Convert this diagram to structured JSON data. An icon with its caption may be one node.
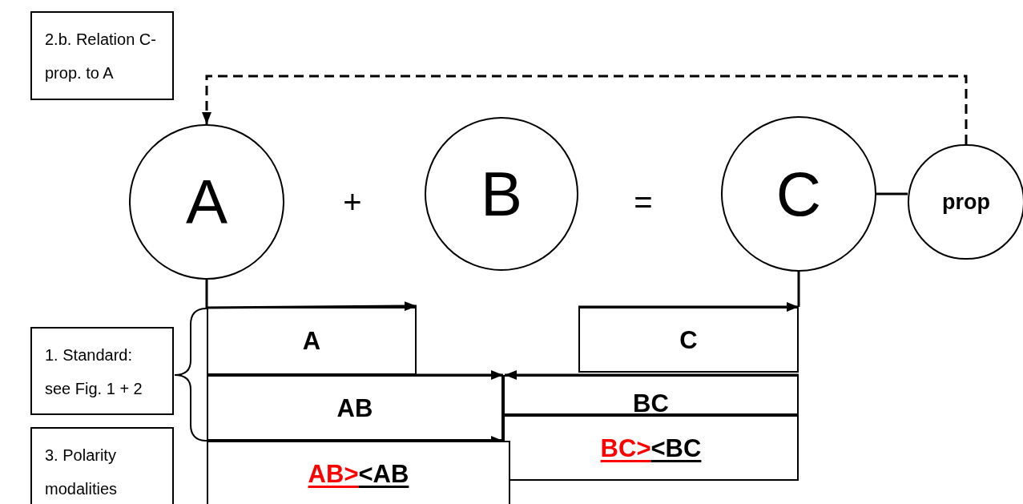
{
  "diagram": {
    "nodes": [
      {
        "text": [
          "2.b. Relation C-prop. to A"
        ]
      },
      {
        "text": [
          "A"
        ]
      },
      {
        "text": [
          "B"
        ]
      },
      {
        "text": [
          "C"
        ]
      },
      {
        "text": [
          "prop"
        ]
      },
      {
        "text": [
          "A"
        ]
      },
      {
        "text": [
          "C"
        ]
      },
      {
        "text": [
          "AB"
        ]
      },
      {
        "text": [
          "BC"
        ]
      },
      {
        "text": [
          "BC>",
          "<BC"
        ]
      },
      {
        "text": [
          "AB>",
          "<AB"
        ]
      },
      {
        "text": [
          "1. Standard: see Fig. 1 + 2"
        ]
      },
      {
        "text": [
          "3. Polarity modalities"
        ]
      }
    ],
    "edges": [
      {
        "from": 4,
        "to": 1,
        "arrow": "to",
        "style": "dashed"
      },
      {
        "from": 3,
        "to": 4,
        "arrow": "none"
      },
      {
        "from": 1,
        "to": 5,
        "arrow": "to"
      },
      {
        "from": 3,
        "to": 6,
        "arrow": "to"
      },
      {
        "from": 7,
        "to": 8,
        "arrow": "to"
      },
      {
        "from": 6,
        "to": 7,
        "arrow": "to"
      },
      {
        "from": 10,
        "to": 9,
        "arrow": "to"
      }
    ],
    "labels": [
      "+",
      "="
    ]
  }
}
